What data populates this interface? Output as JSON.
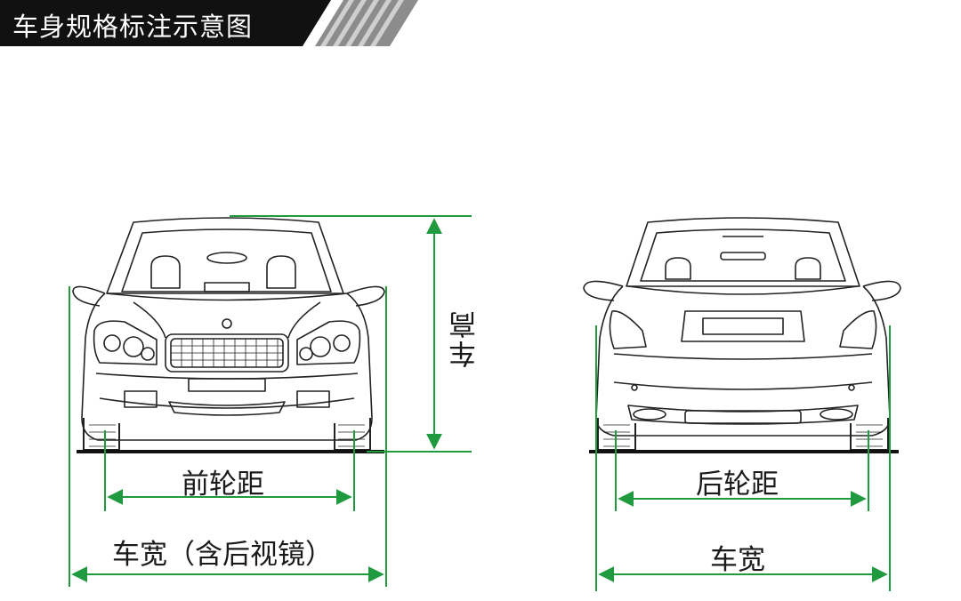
{
  "header": {
    "title": "车身规格标注示意图"
  },
  "front_view": {
    "height_label": "车高",
    "track_label": "前轮距",
    "width_label": "车宽（含后视镜）"
  },
  "rear_view": {
    "track_label": "后轮距",
    "width_label": "车宽"
  },
  "colors": {
    "dimension_line": "#1f9a3f",
    "header_bg": "#111111",
    "header_stripe": "#9a9a9a",
    "drawing": "#222222"
  }
}
